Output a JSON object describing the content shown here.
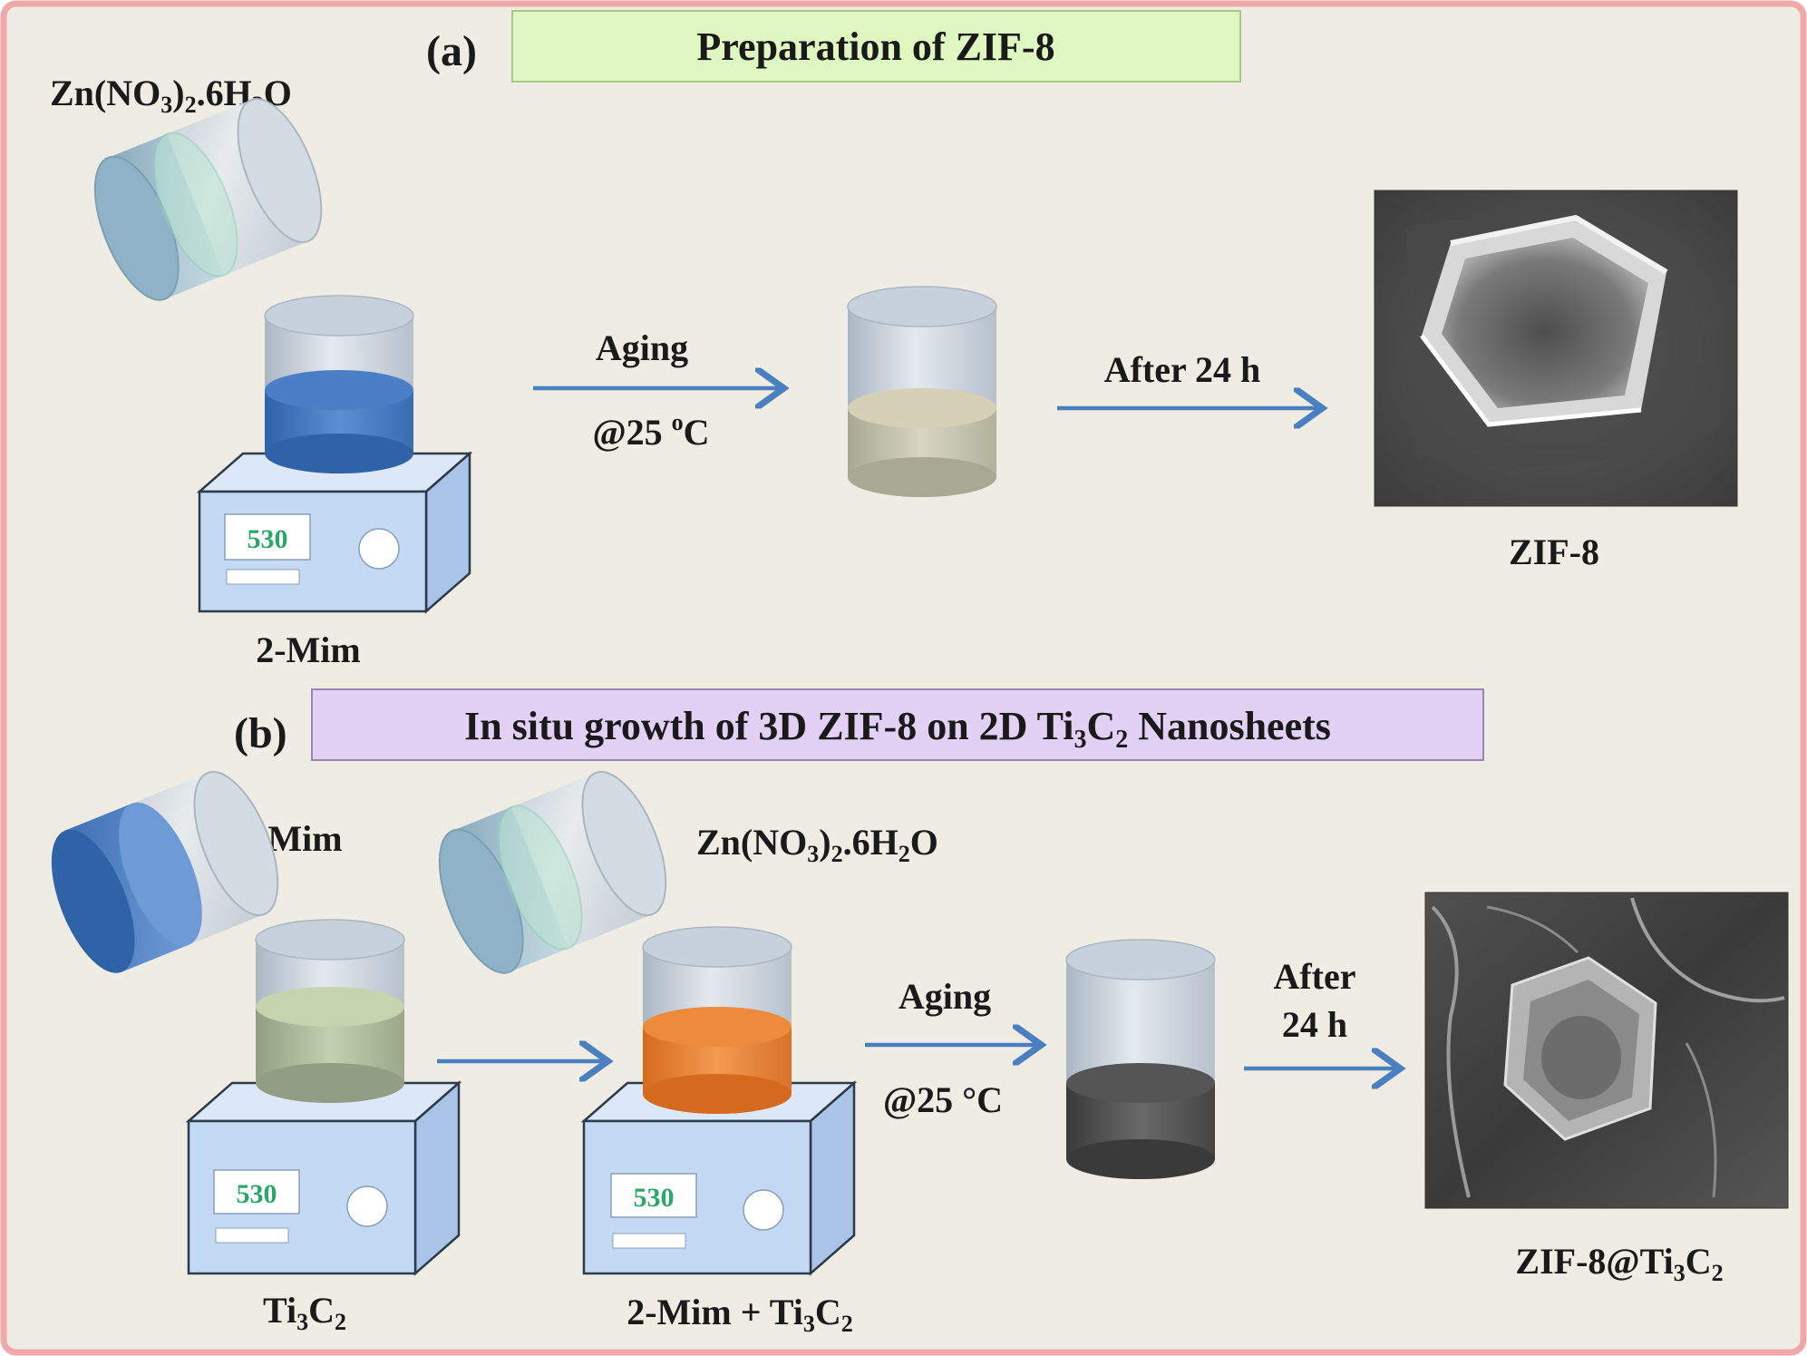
{
  "panel_a": {
    "letter": "(a)",
    "title": "Preparation of ZIF-8",
    "reagent": {
      "pre": "Zn(NO",
      "s1": "3",
      "mid": ")",
      "s2": "2",
      "post1": ".6H",
      "s3": "2",
      "post2": "O"
    },
    "stirrer_display": "530",
    "beaker_label": "2-Mim",
    "arrow1": {
      "top": "Aging",
      "bottom_pre": "@25 ",
      "bottom_sup": "o",
      "bottom_post": "C"
    },
    "arrow2": {
      "top": "After 24 h"
    },
    "product_label": "ZIF-8"
  },
  "panel_b": {
    "letter": "(b)",
    "title": {
      "pre": "In situ growth of 3D ZIF-8 on 2D Ti",
      "s1": "3",
      "mid": "C",
      "s2": "2",
      "post": " Nanosheets"
    },
    "reagent1": "2-Mim",
    "reagent2": {
      "pre": "Zn(NO",
      "s1": "3",
      "mid": ")",
      "s2": "2",
      "post1": ".6H",
      "s3": "2",
      "post2": "O"
    },
    "stirrer1_display": "530",
    "stirrer2_display": "530",
    "beaker1_label": {
      "pre": "Ti",
      "s1": "3",
      "mid": "C",
      "s2": "2"
    },
    "beaker2_label": {
      "pre": "2-Mim + Ti",
      "s1": "3",
      "mid": "C",
      "s2": "2"
    },
    "arrow2": {
      "top": "Aging",
      "bottom": "@25 °C"
    },
    "arrow3": {
      "line1": "After",
      "line2": "24 h"
    },
    "product_label": {
      "pre": "ZIF-8@Ti",
      "s1": "3",
      "mid": "C",
      "s2": "2"
    }
  },
  "colors": {
    "background": "#efece3",
    "border": "#f0a8a8",
    "arrow": "#4a7fc0",
    "title_a_fill": "#dff7c0",
    "title_b_fill": "#e2d0f5",
    "stirrer": "#c4daf4",
    "blue_solution": "#4a7fc8",
    "beige_solution": "#cdcab0",
    "green_solution": "#b8c8a0",
    "orange_solution": "#ee8a3c",
    "dark_solution": "#555555"
  }
}
